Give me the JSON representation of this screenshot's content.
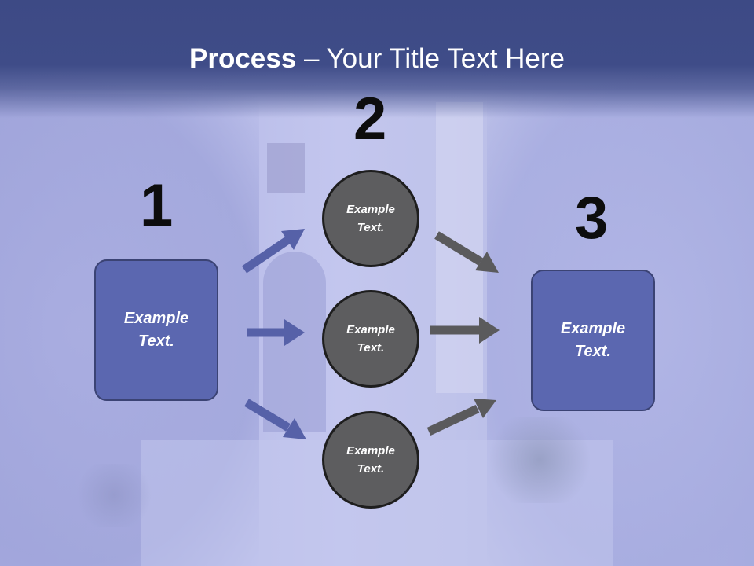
{
  "slide": {
    "title_bold": "Process",
    "title_rest": " – Your Title Text Here"
  },
  "steps": {
    "step1": {
      "number": "1",
      "box_line1": "Example",
      "box_line2": "Text."
    },
    "step2": {
      "number": "2",
      "circles": [
        {
          "line1": "Example",
          "line2": "Text."
        },
        {
          "line1": "Example",
          "line2": "Text."
        },
        {
          "line1": "Example",
          "line2": "Text."
        }
      ]
    },
    "step3": {
      "number": "3",
      "box_line1": "Example",
      "box_line2": "Text."
    }
  },
  "colors": {
    "header": "#3f4c88",
    "box_fill": "#5b67b0",
    "circle_fill": "#5d5d5f",
    "arrow_blue": "#5661a8",
    "arrow_gray": "#5a5a5c"
  }
}
